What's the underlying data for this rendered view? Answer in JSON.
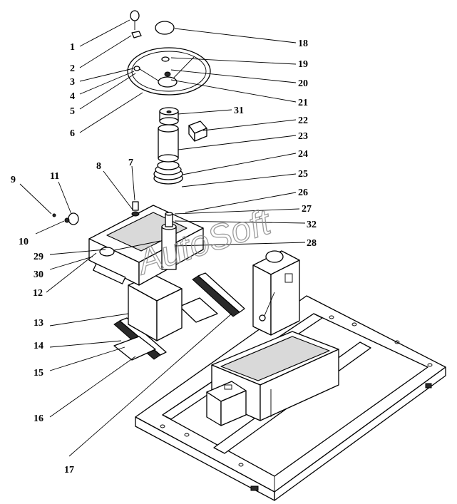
{
  "watermark": "AutoSoft",
  "callouts": [
    {
      "id": "c1",
      "label": "1"
    },
    {
      "id": "c2",
      "label": "2"
    },
    {
      "id": "c3",
      "label": "3"
    },
    {
      "id": "c4",
      "label": "4"
    },
    {
      "id": "c5",
      "label": "5"
    },
    {
      "id": "c6",
      "label": "6"
    },
    {
      "id": "c7",
      "label": "7"
    },
    {
      "id": "c8",
      "label": "8"
    },
    {
      "id": "c9",
      "label": "9"
    },
    {
      "id": "c10",
      "label": "10"
    },
    {
      "id": "c11",
      "label": "11"
    },
    {
      "id": "c12",
      "label": "12"
    },
    {
      "id": "c13",
      "label": "13"
    },
    {
      "id": "c14",
      "label": "14"
    },
    {
      "id": "c15",
      "label": "15"
    },
    {
      "id": "c16",
      "label": "16"
    },
    {
      "id": "c17",
      "label": "17"
    },
    {
      "id": "c18",
      "label": "18"
    },
    {
      "id": "c19",
      "label": "19"
    },
    {
      "id": "c20",
      "label": "20"
    },
    {
      "id": "c21",
      "label": "21"
    },
    {
      "id": "c22",
      "label": "22"
    },
    {
      "id": "c23",
      "label": "23"
    },
    {
      "id": "c24",
      "label": "24"
    },
    {
      "id": "c25",
      "label": "25"
    },
    {
      "id": "c26",
      "label": "26"
    },
    {
      "id": "c27",
      "label": "27"
    },
    {
      "id": "c28",
      "label": "28"
    },
    {
      "id": "c29",
      "label": "29"
    },
    {
      "id": "c30",
      "label": "30"
    },
    {
      "id": "c31",
      "label": "31"
    },
    {
      "id": "c32",
      "label": "32"
    }
  ]
}
